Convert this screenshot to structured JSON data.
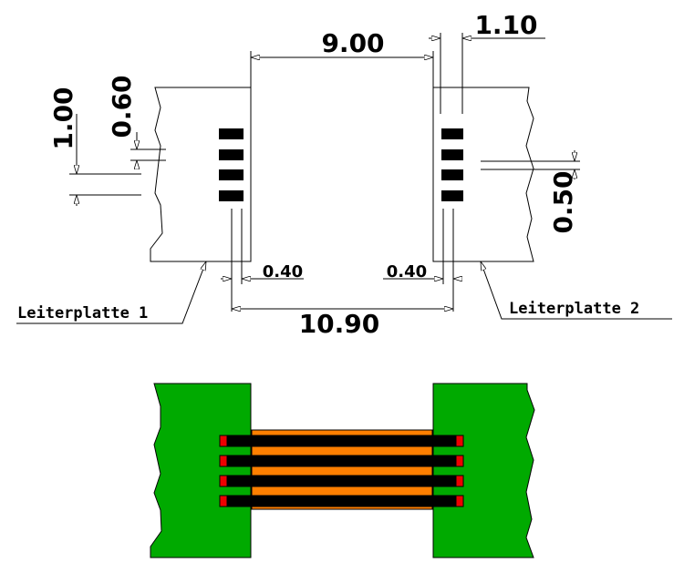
{
  "dimensions": {
    "gap_width": "9.00",
    "contact_spacing_right": "1.10",
    "left_pitch": "1.00",
    "left_pad_height": "0.60",
    "right_pad_height": "0.50",
    "left_offset": "0.40",
    "right_offset": "0.40",
    "total_width": "10.90"
  },
  "labels": {
    "board1": "Leiterplatte 1",
    "board2": "Leiterplatte 2"
  },
  "colors": {
    "board": "#00aa00",
    "flex": "#ff7f00",
    "trace": "#000000",
    "contact": "#ee0000"
  }
}
